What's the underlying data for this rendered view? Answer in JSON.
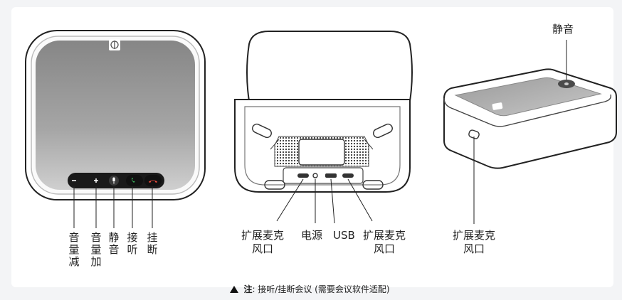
{
  "colors": {
    "panel_top": "#8a8a8a",
    "panel_mid": "#a9a9a9",
    "panel_bottom": "#cfcfcf",
    "rim": "#dcdcdc",
    "mic_accent": "#4a4a4a",
    "green": "#3db860",
    "red": "#e64a3c",
    "outline": "#222222"
  },
  "icons": {
    "brand_logo": "brand-logo-icon",
    "minus": "minus-icon",
    "plus": "plus-icon",
    "mic": "microphone-icon",
    "answer": "phone-answer-icon",
    "hangup": "phone-hangup-icon",
    "warning": "warning-triangle-icon"
  },
  "buttons": {
    "minus": "-",
    "plus": "+"
  },
  "labels": {
    "volume_down": "音量减",
    "volume_up": "音量加",
    "mute": "静音",
    "answer": "接听",
    "hangup": "挂断",
    "bottom_ext_mic": "扩展麦克风口",
    "power": "电源",
    "usb": "USB",
    "bottom_ext_mic_2": "扩展麦克风口",
    "side_ext_mic": "扩展麦克风口",
    "top_mute": "静音"
  },
  "note": {
    "prefix": "注",
    "text": ": 接听/挂断会议 (需要会议软件适配)"
  }
}
